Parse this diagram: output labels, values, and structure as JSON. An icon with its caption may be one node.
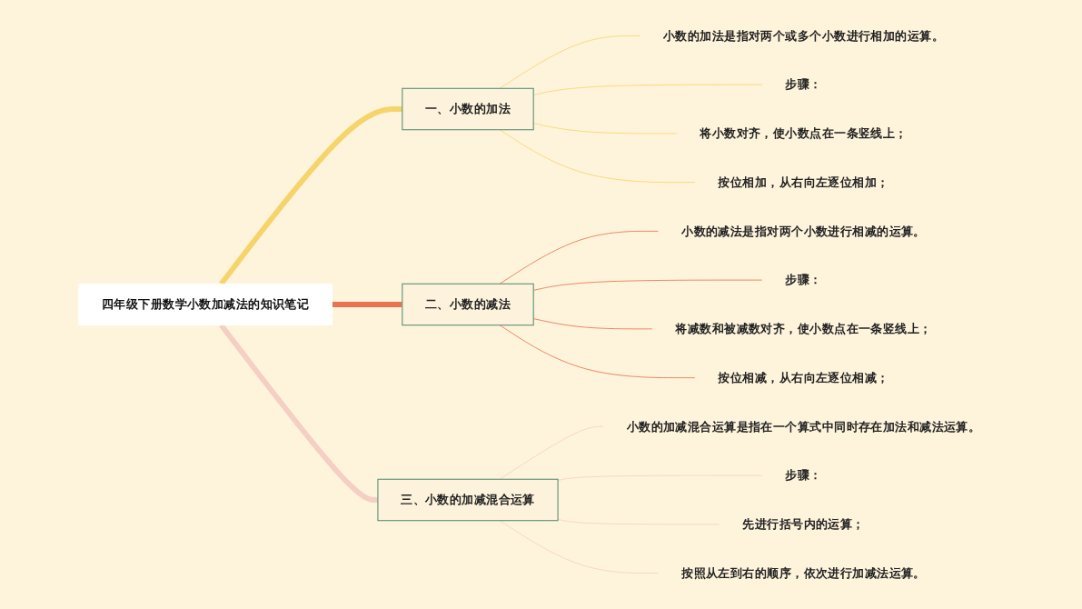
{
  "diagram": {
    "nodes": [
      {
        "text": [
          "四年级下册数学小数加减法的知识笔记"
        ]
      },
      {
        "text": [
          "一、小数的加法"
        ]
      },
      {
        "text": [
          "小数的加法是指对两个或多个小数进行相加的运算。"
        ]
      },
      {
        "text": [
          "步骤："
        ]
      },
      {
        "text": [
          "将小数对齐，使小数点在一条竖线上；"
        ]
      },
      {
        "text": [
          "按位相加，从右向左逐位相加；"
        ]
      },
      {
        "text": [
          "二、小数的减法"
        ]
      },
      {
        "text": [
          "小数的减法是指对两个小数进行相减的运算。"
        ]
      },
      {
        "text": [
          "步骤："
        ]
      },
      {
        "text": [
          "将减数和被减数对齐，使小数点在一条竖线上；"
        ]
      },
      {
        "text": [
          "按位相减，从右向左逐位相减；"
        ]
      },
      {
        "text": [
          "三、小数的加减混合运算"
        ]
      },
      {
        "text": [
          "小数的加减混合运算是指在一个算式中同时存在加法和减法运算。"
        ]
      },
      {
        "text": [
          "步骤："
        ]
      },
      {
        "text": [
          "先进行括号内的运算；"
        ]
      },
      {
        "text": [
          "按照从左到右的顺序，依次进行加减法运算。"
        ]
      }
    ],
    "edges": [
      {
        "from": 0,
        "to": 1,
        "arrow": "none",
        "style": "thick",
        "color": "#f5d56b"
      },
      {
        "from": 0,
        "to": 6,
        "arrow": "none",
        "style": "thick",
        "color": "#e8734f"
      },
      {
        "from": 0,
        "to": 11,
        "arrow": "none",
        "style": "thick",
        "color": "#f4cfc4"
      },
      {
        "from": 1,
        "to": 2,
        "arrow": "none",
        "color": "#f5d56b"
      },
      {
        "from": 1,
        "to": 3,
        "arrow": "none",
        "color": "#f5d56b"
      },
      {
        "from": 1,
        "to": 4,
        "arrow": "none",
        "color": "#f5d56b"
      },
      {
        "from": 1,
        "to": 5,
        "arrow": "none",
        "color": "#f5d56b"
      },
      {
        "from": 6,
        "to": 7,
        "arrow": "none",
        "color": "#e8734f"
      },
      {
        "from": 6,
        "to": 8,
        "arrow": "none",
        "color": "#e8734f"
      },
      {
        "from": 6,
        "to": 9,
        "arrow": "none",
        "color": "#e8734f"
      },
      {
        "from": 6,
        "to": 10,
        "arrow": "none",
        "color": "#e8734f"
      },
      {
        "from": 11,
        "to": 12,
        "arrow": "none",
        "color": "#f4cfc4"
      },
      {
        "from": 11,
        "to": 13,
        "arrow": "none",
        "color": "#f4cfc4"
      },
      {
        "from": 11,
        "to": 14,
        "arrow": "none",
        "color": "#f4cfc4"
      },
      {
        "from": 11,
        "to": 15,
        "arrow": "none",
        "color": "#f4cfc4"
      }
    ]
  }
}
